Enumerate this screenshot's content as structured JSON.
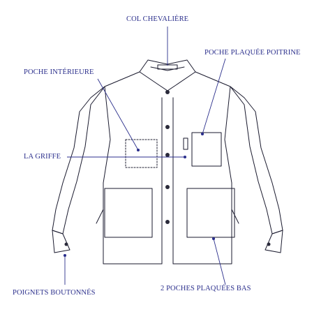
{
  "labels": {
    "col": "COL CHEVALIÈRE",
    "poche_poitrine": "POCHE PLAQUÉE POITRINE",
    "poche_interieure": "POCHE INTÉRIEURE",
    "griffe": "LA GRIFFE",
    "poignets": "POIGNETS BOUTONNÉS",
    "poches_bas": "2 POCHES PLAQUÉES BAS"
  },
  "colors": {
    "label": "#2b2f8c",
    "line": "#2b2f8c",
    "garment_outline": "#1a1a2e",
    "background": "#ffffff"
  }
}
